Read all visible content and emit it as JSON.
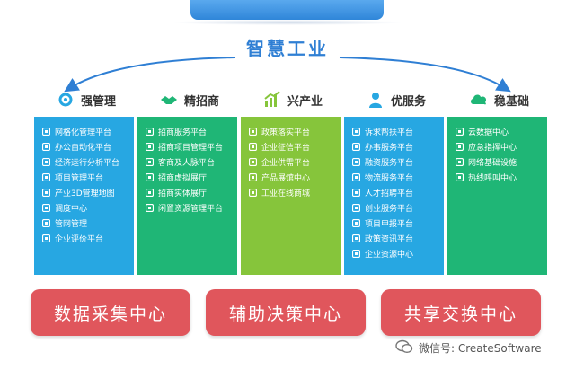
{
  "title": "智慧工业",
  "columns": [
    {
      "name": "强管理",
      "icon": "gear-icon",
      "items": [
        "网格化管理平台",
        "办公自动化平台",
        "经济运行分析平台",
        "项目管理平台",
        "产业3D管理地图",
        "调度中心",
        "管网管理",
        "企业评价平台"
      ]
    },
    {
      "name": "精招商",
      "icon": "handshake-icon",
      "items": [
        "招商服务平台",
        "招商项目管理平台",
        "客商及人脉平台",
        "招商虚拟展厅",
        "招商实体展厅",
        "闲置资源管理平台"
      ]
    },
    {
      "name": "兴产业",
      "icon": "bar-chart-icon",
      "items": [
        "政策落实平台",
        "企业征信平台",
        "企业供需平台",
        "产品展馆中心",
        "工业在线商城"
      ]
    },
    {
      "name": "优服务",
      "icon": "person-icon",
      "items": [
        "诉求帮扶平台",
        "办事服务平台",
        "融资服务平台",
        "物流服务平台",
        "人才招聘平台",
        "创业服务平台",
        "项目申报平台",
        "政策资讯平台",
        "企业资源中心"
      ]
    },
    {
      "name": "稳基础",
      "icon": "cloud-icon",
      "items": [
        "云数据中心",
        "应急指挥中心",
        "网络基础设施",
        "热线呼叫中心"
      ]
    }
  ],
  "centers": [
    "数据采集中心",
    "辅助决策中心",
    "共享交换中心"
  ],
  "watermark": "微信号: CreateSoftware",
  "colors": {
    "blue": "#27a7e2",
    "green": "#1fb676",
    "lime": "#86c53b",
    "red": "#e0565c",
    "title": "#2f7fd4"
  }
}
